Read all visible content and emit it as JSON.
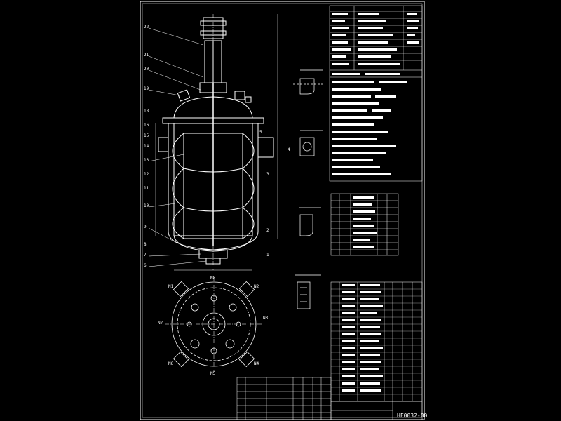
{
  "drawing": {
    "drawing_number": "HF0032-00",
    "background_color": "#000000",
    "line_color": "#ffffff",
    "accent_color": "#ffff00"
  },
  "callouts": [
    "22",
    "21",
    "20",
    "19",
    "18",
    "16",
    "15",
    "14",
    "13",
    "12",
    "11",
    "10",
    "9",
    "8",
    "7",
    "6",
    "5",
    "4",
    "3",
    "2",
    "1"
  ],
  "plan_callouts": [
    "N1",
    "N2",
    "N3",
    "N4",
    "N5",
    "N6",
    "N7",
    "N8"
  ]
}
